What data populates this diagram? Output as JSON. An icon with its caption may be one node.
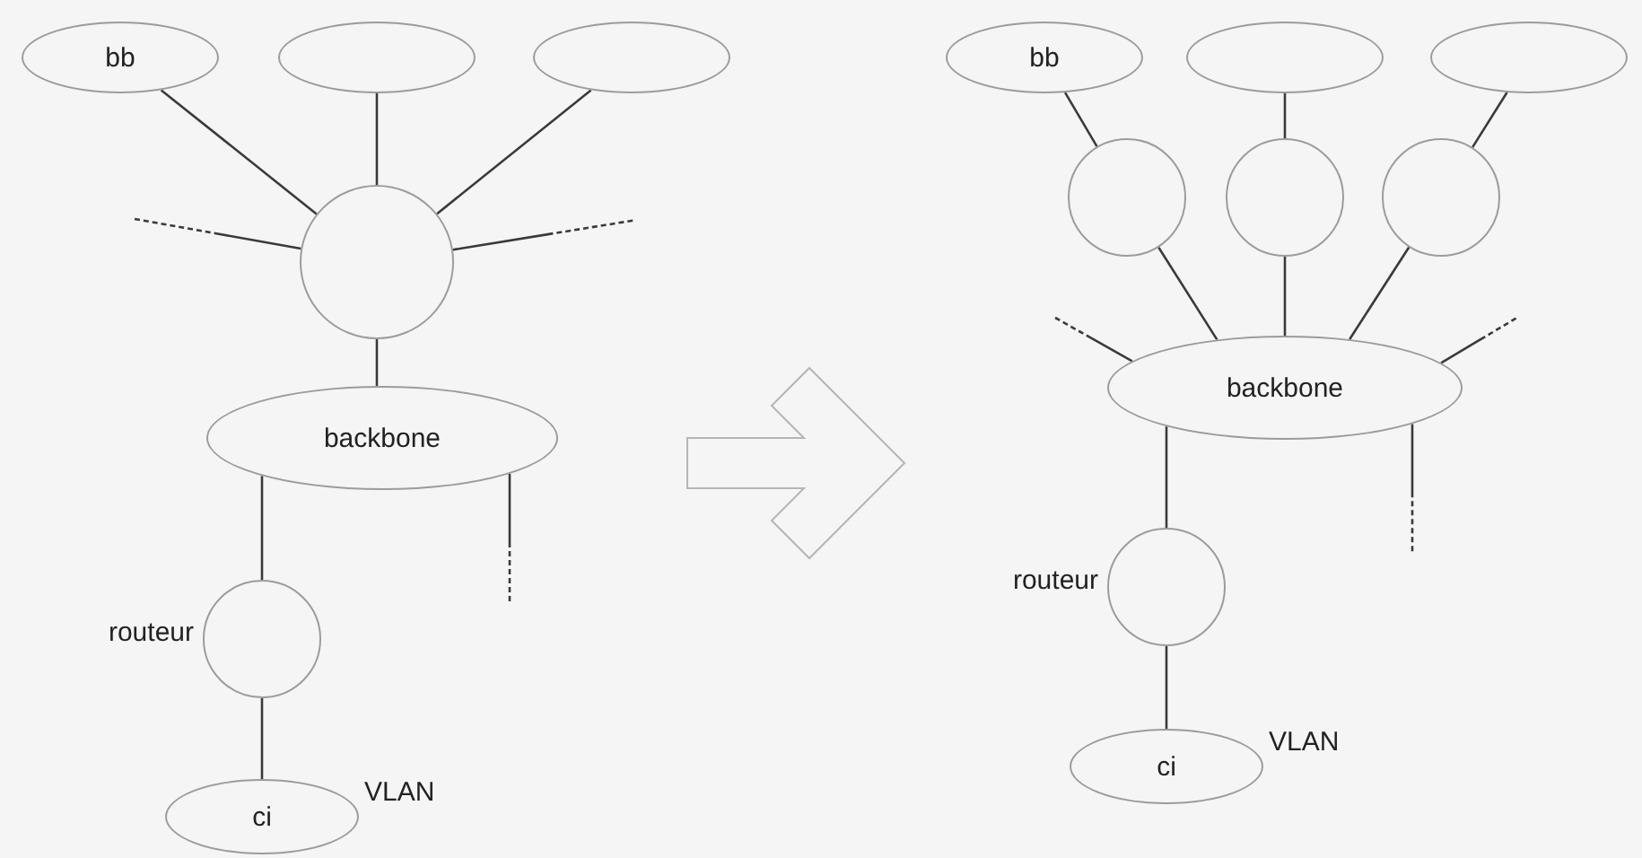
{
  "diagram": {
    "nodes": [
      {
        "text": [
          "bb"
        ]
      },
      {
        "text": [],
        "shape": "ellipse"
      },
      {
        "text": [],
        "shape": "ellipse"
      },
      {
        "text": [],
        "shape": "circle"
      },
      {
        "text": [
          "backbone"
        ]
      },
      {
        "text": [],
        "shape": "circle",
        "beside": [
          "routeur"
        ]
      },
      {
        "text": [
          "ci"
        ],
        "beside": [
          "VLAN"
        ]
      },
      {
        "text": [
          "bb"
        ]
      },
      {
        "text": [],
        "shape": "ellipse"
      },
      {
        "text": [],
        "shape": "ellipse"
      },
      {
        "text": [],
        "shape": "circle"
      },
      {
        "text": [],
        "shape": "circle"
      },
      {
        "text": [],
        "shape": "circle"
      },
      {
        "text": [
          "backbone"
        ]
      },
      {
        "text": [],
        "shape": "circle",
        "beside": [
          "routeur"
        ]
      },
      {
        "text": [
          "ci"
        ],
        "beside": [
          "VLAN"
        ]
      }
    ],
    "edges": [
      {
        "from": 0,
        "to": 3,
        "arrow": "none"
      },
      {
        "from": 1,
        "to": 3,
        "arrow": "none"
      },
      {
        "from": 2,
        "to": 3,
        "arrow": "none"
      },
      {
        "from": 3,
        "to": 4,
        "arrow": "none"
      },
      {
        "from": null,
        "to": 3,
        "arrow": "none",
        "style": "dashed"
      },
      {
        "from": 3,
        "to": null,
        "arrow": "none",
        "style": "dashed"
      },
      {
        "from": 4,
        "to": 5,
        "arrow": "none"
      },
      {
        "from": 4,
        "to": null,
        "arrow": "none",
        "style": "dashed"
      },
      {
        "from": 5,
        "to": 6,
        "arrow": "none"
      },
      {
        "from": 7,
        "to": 10,
        "arrow": "none"
      },
      {
        "from": 8,
        "to": 11,
        "arrow": "none"
      },
      {
        "from": 9,
        "to": 12,
        "arrow": "none"
      },
      {
        "from": 10,
        "to": 13,
        "arrow": "none"
      },
      {
        "from": 11,
        "to": 13,
        "arrow": "none"
      },
      {
        "from": 12,
        "to": 13,
        "arrow": "none"
      },
      {
        "from": null,
        "to": 13,
        "arrow": "none",
        "style": "dashed"
      },
      {
        "from": 13,
        "to": null,
        "arrow": "none",
        "style": "dashed"
      },
      {
        "from": 13,
        "to": null,
        "arrow": "none",
        "style": "dashed"
      },
      {
        "from": 13,
        "to": 14,
        "arrow": "none"
      },
      {
        "from": 14,
        "to": 15,
        "arrow": "none"
      }
    ]
  }
}
